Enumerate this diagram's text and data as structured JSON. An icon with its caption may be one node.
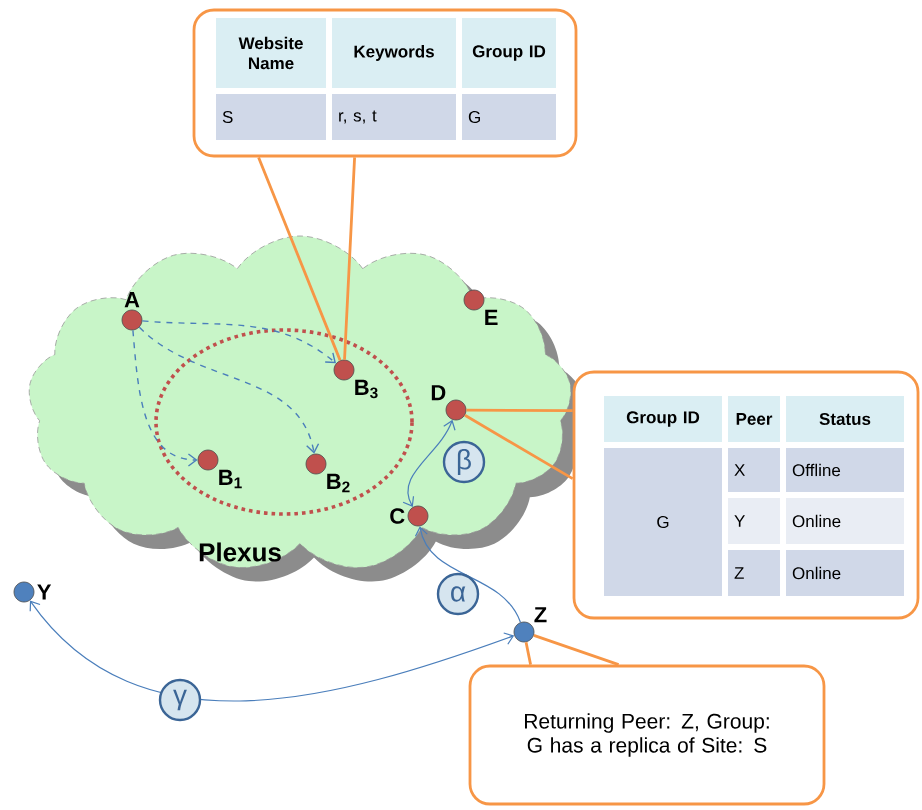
{
  "diagram": {
    "nodes": [
      {
        "text": [
          "Website Name",
          "Keywords",
          "Group ID",
          "S",
          "r, s, t",
          "G"
        ]
      },
      {
        "text": [
          "Plexus"
        ]
      },
      {
        "text": [],
        "shape": "ellipse",
        "in": 1
      },
      {
        "text": [
          "A"
        ],
        "in": 1
      },
      {
        "text": [
          "B$_{3}$"
        ],
        "in": 2
      },
      {
        "text": [
          "E"
        ],
        "in": 1
      },
      {
        "text": [
          "D"
        ],
        "in": 1
      },
      {
        "text": [
          "B$_{1}$"
        ],
        "in": 2
      },
      {
        "text": [
          "B$_{2}$"
        ],
        "in": 2
      },
      {
        "text": [
          "Group ID",
          "Peer",
          "Status",
          "G",
          "X",
          "Offline",
          "Y",
          "Online",
          "Z",
          "Online"
        ]
      },
      {
        "text": [
          "C"
        ],
        "in": 1
      },
      {
        "text": [
          "Y"
        ]
      },
      {
        "text": [
          "Z"
        ]
      },
      {
        "text": [
          "Returning Peer: Z, Group: G has a replica of Site: S"
        ]
      }
    ],
    "edges": [
      {
        "from": 0,
        "to": 4,
        "arrow": "none",
        "color": "#f79646"
      },
      {
        "from": 3,
        "to": 4,
        "arrow": "to",
        "style": "dashed"
      },
      {
        "from": 3,
        "to": 7,
        "arrow": "to",
        "style": "dashed"
      },
      {
        "from": 3,
        "to": 8,
        "arrow": "to",
        "style": "dashed"
      },
      {
        "from": 9,
        "to": 6,
        "arrow": "none",
        "color": "#f79646"
      },
      {
        "from": 10,
        "to": 6,
        "arrow": "both",
        "label": "β"
      },
      {
        "from": 12,
        "to": 10,
        "arrow": "to",
        "label": "α"
      },
      {
        "from": 12,
        "to": 11,
        "arrow": "both",
        "label": "γ"
      },
      {
        "from": 13,
        "to": 12,
        "arrow": "none",
        "color": "#f79646"
      }
    ]
  }
}
